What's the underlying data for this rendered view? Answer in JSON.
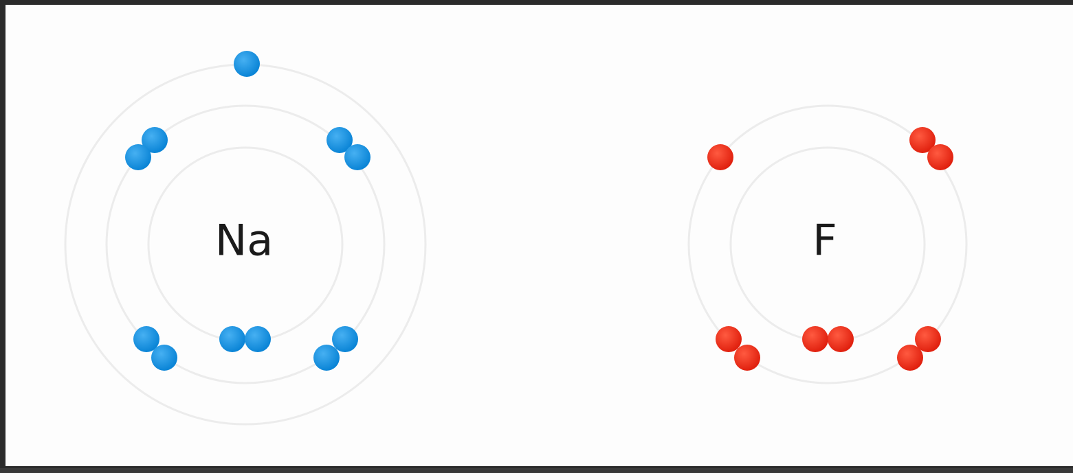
{
  "colors": {
    "background": "#fdfdfd",
    "shell": "#ececec",
    "frame": "#2b2b2b"
  },
  "atoms": [
    {
      "symbol": "Na",
      "electron_color": "#0a84d6",
      "electron_highlight": "#46b0f2",
      "shells": [
        {
          "electrons": 2
        },
        {
          "electrons": 8
        },
        {
          "electrons": 1
        }
      ]
    },
    {
      "symbol": "F",
      "electron_color": "#e0200e",
      "electron_highlight": "#ff5a40",
      "shells": [
        {
          "electrons": 2
        },
        {
          "electrons": 7
        }
      ]
    }
  ]
}
